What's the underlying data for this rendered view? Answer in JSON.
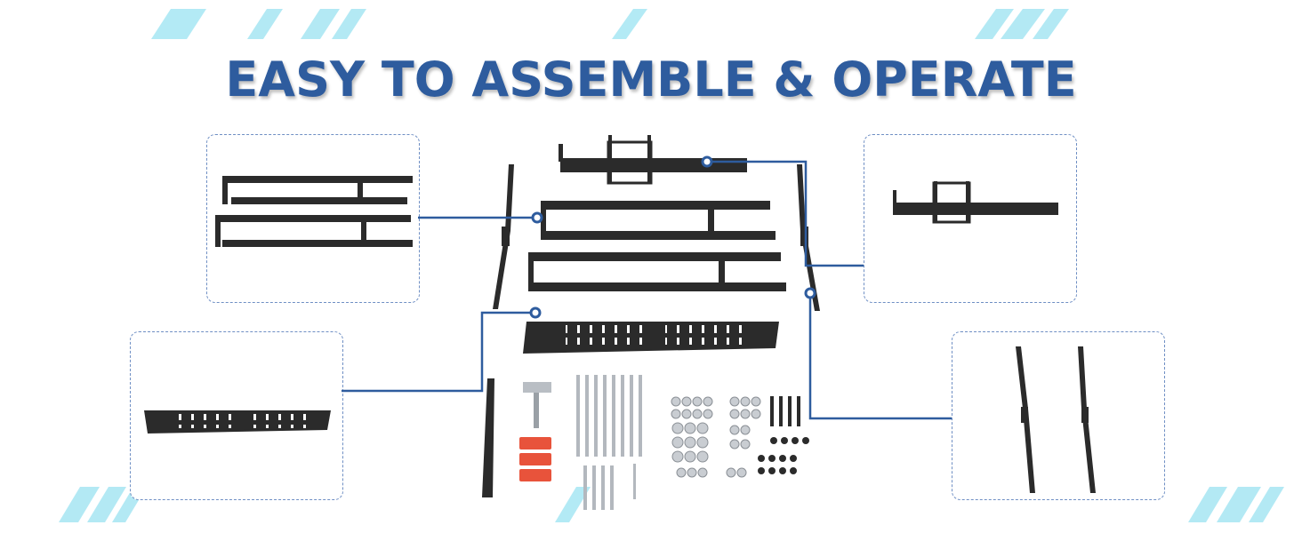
{
  "title": "EASY TO ASSEMBLE & OPERATE",
  "colors": {
    "title": "#2e5c9e",
    "connector": "#2e5c9e",
    "callout_border": "#6f8fc4",
    "parts": "#2b2b2b",
    "stripe": "#9fe3f2"
  },
  "callouts": [
    {
      "name": "callout-frame-rails",
      "part": "frame-rails"
    },
    {
      "name": "callout-hitch-bar",
      "part": "hitch-bar"
    },
    {
      "name": "callout-loading-ramp",
      "part": "loading-ramp"
    },
    {
      "name": "callout-support-arms",
      "part": "support-arms"
    }
  ]
}
